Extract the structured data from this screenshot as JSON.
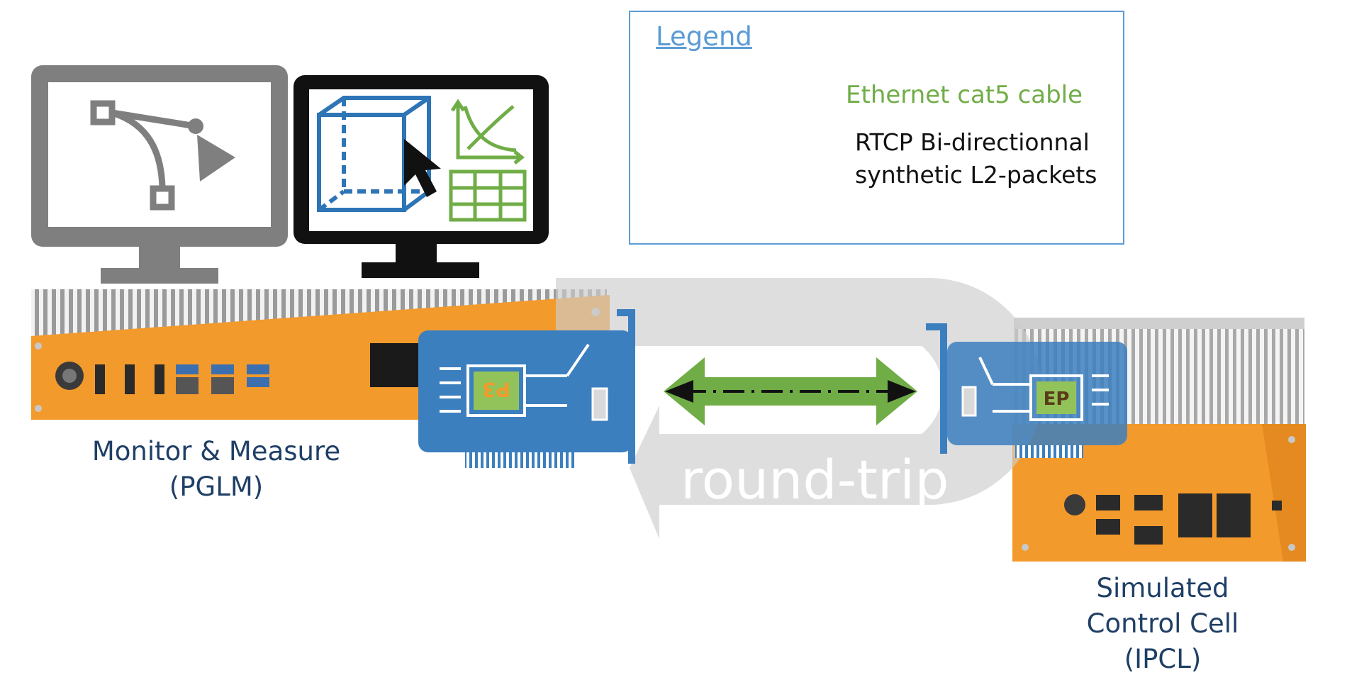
{
  "legend": {
    "title": "Legend",
    "ethernet_label": "Ethernet cat5 cable",
    "rtcp_line1": "RTCP Bi-directionnal",
    "rtcp_line2": "synthetic L2-packets"
  },
  "devices": {
    "left": {
      "line1": "Monitor & Measure",
      "line2": "(PGLM)"
    },
    "right": {
      "line1": "Simulated",
      "line2": "Control Cell",
      "line3": "(IPCL)"
    }
  },
  "flow_label": "round-trip",
  "nic_left_chip": "P3",
  "nic_right_chip": "EP",
  "colors": {
    "orange": "#f39a2c",
    "nic_blue": "#3c7fbf",
    "cable_green": "#70ad47",
    "legend_border": "#5b9bd5",
    "label_navy": "#1f3f66",
    "roundtrip_gray": "#d6d6d6"
  }
}
